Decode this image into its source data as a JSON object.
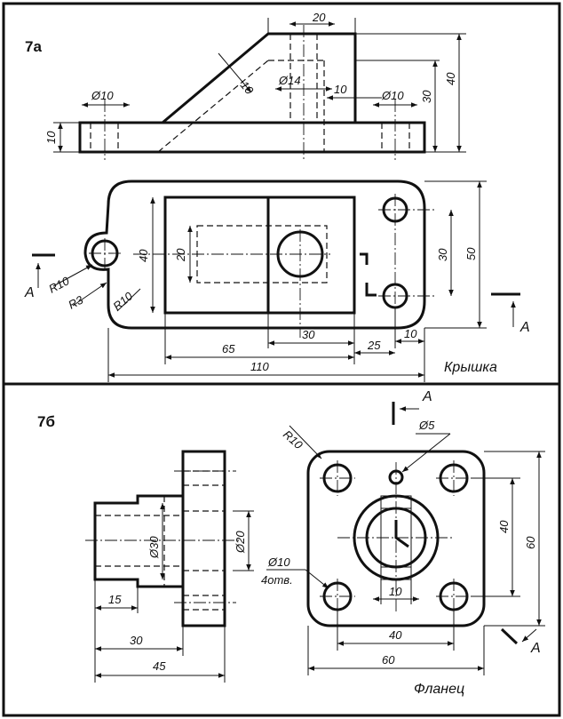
{
  "panel_a": {
    "number": "7а",
    "caption": "Крышка",
    "section_mark": "А",
    "front_dims": {
      "top_width": "20",
      "rib_thickness": "10",
      "bore_dia": "Ø14",
      "wall_thickness": "10",
      "hole_dia_left": "Ø10",
      "hole_dia_right": "Ø10",
      "height_30": "30",
      "height_40": "40",
      "base_thickness": "10"
    },
    "plan_dims": {
      "radius_10_left": "R10",
      "radius_3": "R3",
      "radius_10_corner": "R10",
      "height_40": "40",
      "inner_20": "20",
      "hole_spacing_30": "30",
      "width_50": "50",
      "length_65": "65",
      "length_30": "30",
      "length_25": "25",
      "length_10": "10",
      "overall_110": "110"
    }
  },
  "panel_b": {
    "number": "7б",
    "caption": "Фланец",
    "section_mark": "А",
    "side_dims": {
      "dia_30": "Ø30",
      "dia_20": "Ø20",
      "length_15": "15",
      "length_30": "30",
      "length_45": "45"
    },
    "front_dims": {
      "radius_10": "R10",
      "small_hole": "Ø5",
      "hole_dia": "Ø10",
      "hole_count": "4отв.",
      "spacing_40_v": "40",
      "size_60_v": "60",
      "key_10": "10",
      "spacing_40_h": "40",
      "size_60_h": "60"
    }
  }
}
